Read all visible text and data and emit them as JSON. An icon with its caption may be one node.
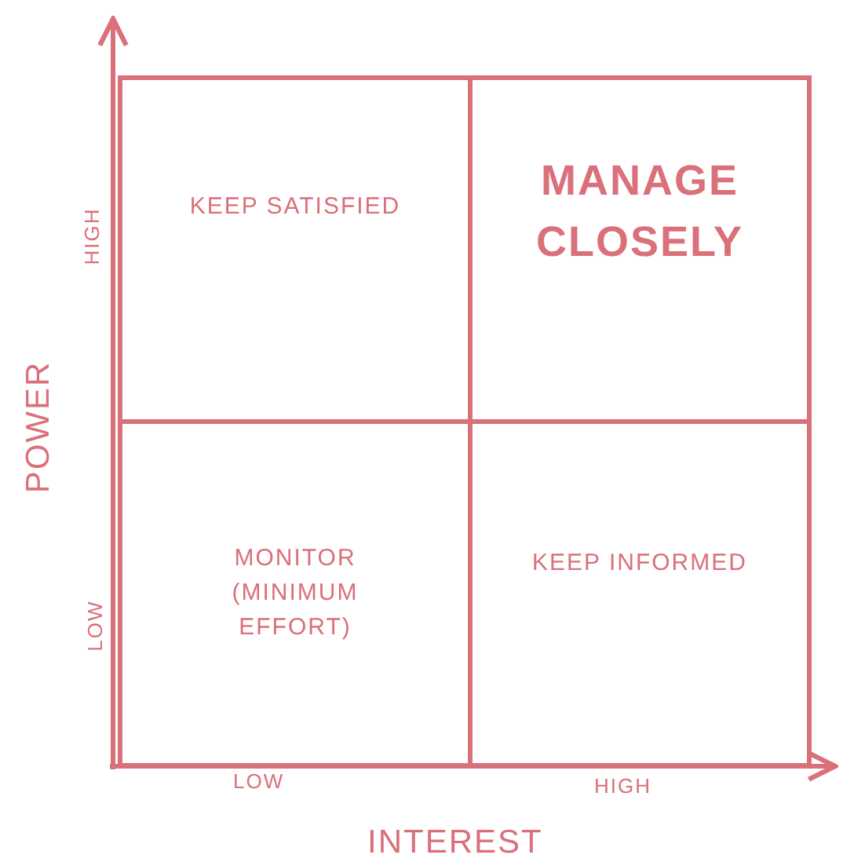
{
  "diagram": {
    "nodes": [
      {
        "text": [
          "KEEP SATISFIED"
        ]
      },
      {
        "text": [
          "MANAGE CLOSELY"
        ]
      },
      {
        "text": [
          "MONITOR (MINIMUM EFFORT)"
        ]
      },
      {
        "text": [
          "KEEP INFORMED"
        ]
      }
    ],
    "labels": [
      "HIGH",
      "POWER",
      "LOW",
      "LOW",
      "HIGH",
      "INTEREST"
    ]
  }
}
